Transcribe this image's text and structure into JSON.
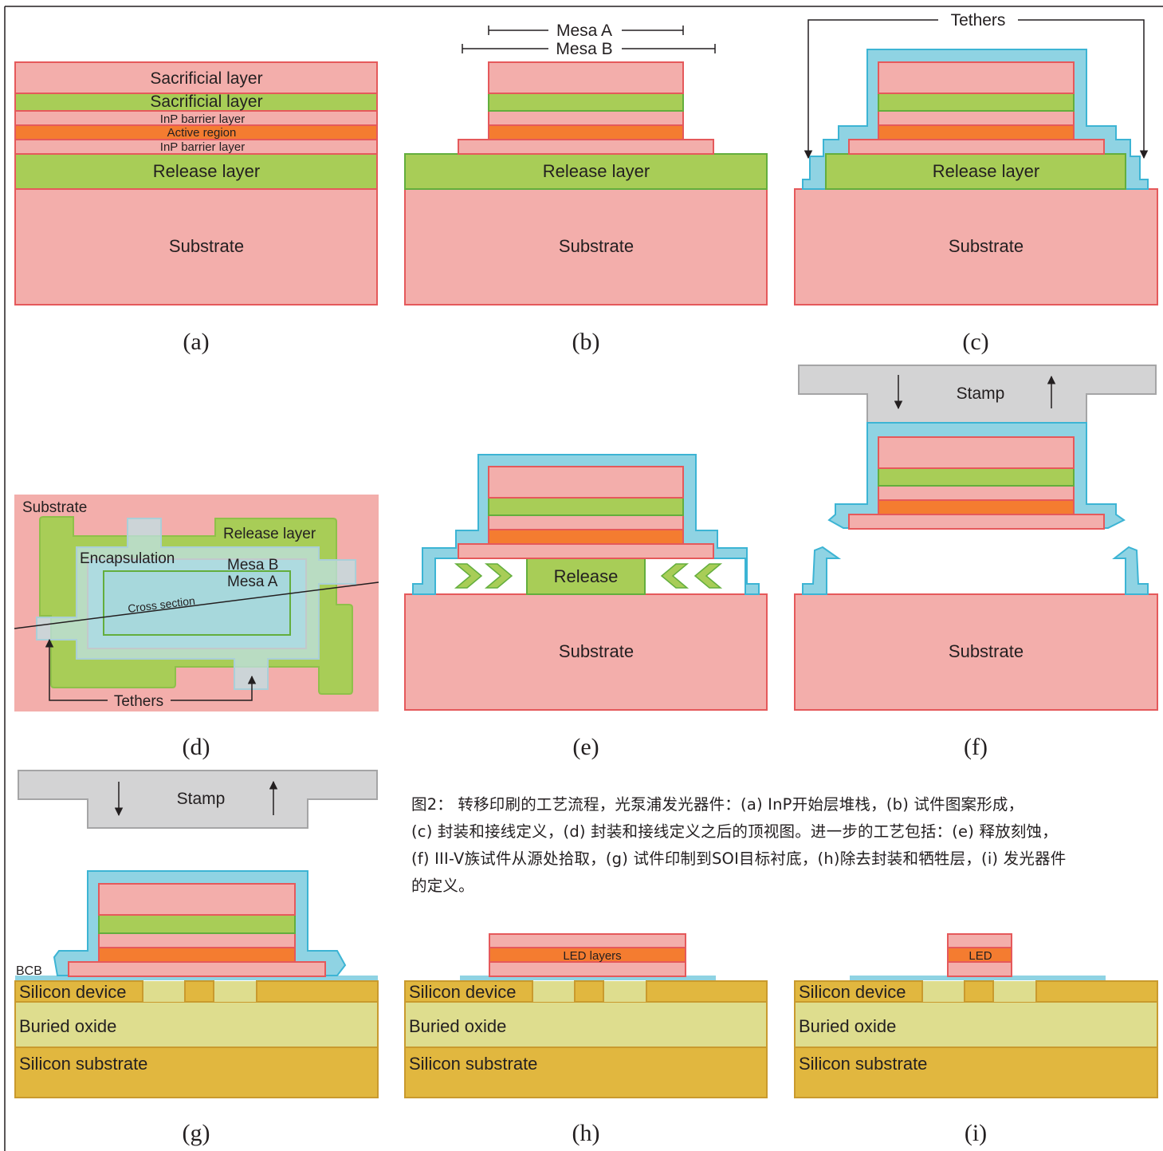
{
  "panels": {
    "a": {
      "label": "(a)",
      "layers": {
        "sacrificial_1": "Sacrificial layer",
        "sacrificial_2": "Sacrificial layer",
        "barrier_top": "InP barrier layer",
        "active": "Active region",
        "barrier_bottom": "InP barrier layer",
        "release": "Release layer",
        "substrate": "Substrate"
      }
    },
    "b": {
      "label": "(b)",
      "mesa_a": "Mesa A",
      "mesa_b": "Mesa B",
      "release": "Release layer",
      "substrate": "Substrate"
    },
    "c": {
      "label": "(c)",
      "tethers": "Tethers",
      "release": "Release layer",
      "substrate": "Substrate"
    },
    "d": {
      "label": "(d)",
      "substrate": "Substrate",
      "release": "Release layer",
      "encapsulation": "Encapsulation",
      "mesa_b": "Mesa B",
      "mesa_a": "Mesa A",
      "cross_section": "Cross section",
      "tethers": "Tethers"
    },
    "e": {
      "label": "(e)",
      "release": "Release",
      "substrate": "Substrate"
    },
    "f": {
      "label": "(f)",
      "stamp": "Stamp",
      "substrate": "Substrate"
    },
    "g": {
      "label": "(g)",
      "stamp": "Stamp",
      "bcb": "BCB",
      "silicon_device": "Silicon device",
      "buried_oxide": "Buried oxide",
      "silicon_substrate": "Silicon substrate"
    },
    "h": {
      "label": "(h)",
      "led_layers": "LED layers",
      "silicon_device": "Silicon device",
      "buried_oxide": "Buried oxide",
      "silicon_substrate": "Silicon substrate"
    },
    "i": {
      "label": "(i)",
      "led": "LED",
      "silicon_device": "Silicon device",
      "buried_oxide": "Buried oxide",
      "silicon_substrate": "Silicon substrate"
    }
  },
  "caption": {
    "line1": "图2： 转移印刷的工艺流程，光泵浦发光器件：(a) InP开始层堆栈，(b) 试件图案形成，",
    "line2": "(c) 封装和接线定义，(d) 封装和接线定义之后的顶视图。进一步的工艺包括：(e) 释放刻蚀，",
    "line3": "(f) III-V族试件从源处拾取，(g) 试件印制到SOI目标衬底，(h)除去封装和牺牲层，(i) 发光器件",
    "line4": "的定义。"
  },
  "colors": {
    "pink": "#f3aeab",
    "pink_stroke": "#e5595b",
    "green": "#a8cd57",
    "green_stroke": "#63ae3d",
    "orange": "#f47c30",
    "cyan": "#8fd3e3",
    "cyan_stroke": "#3cb4d4",
    "stamp_gray": "#d3d3d4",
    "gold": "#e1b73f",
    "oxide": "#dedd8e"
  }
}
